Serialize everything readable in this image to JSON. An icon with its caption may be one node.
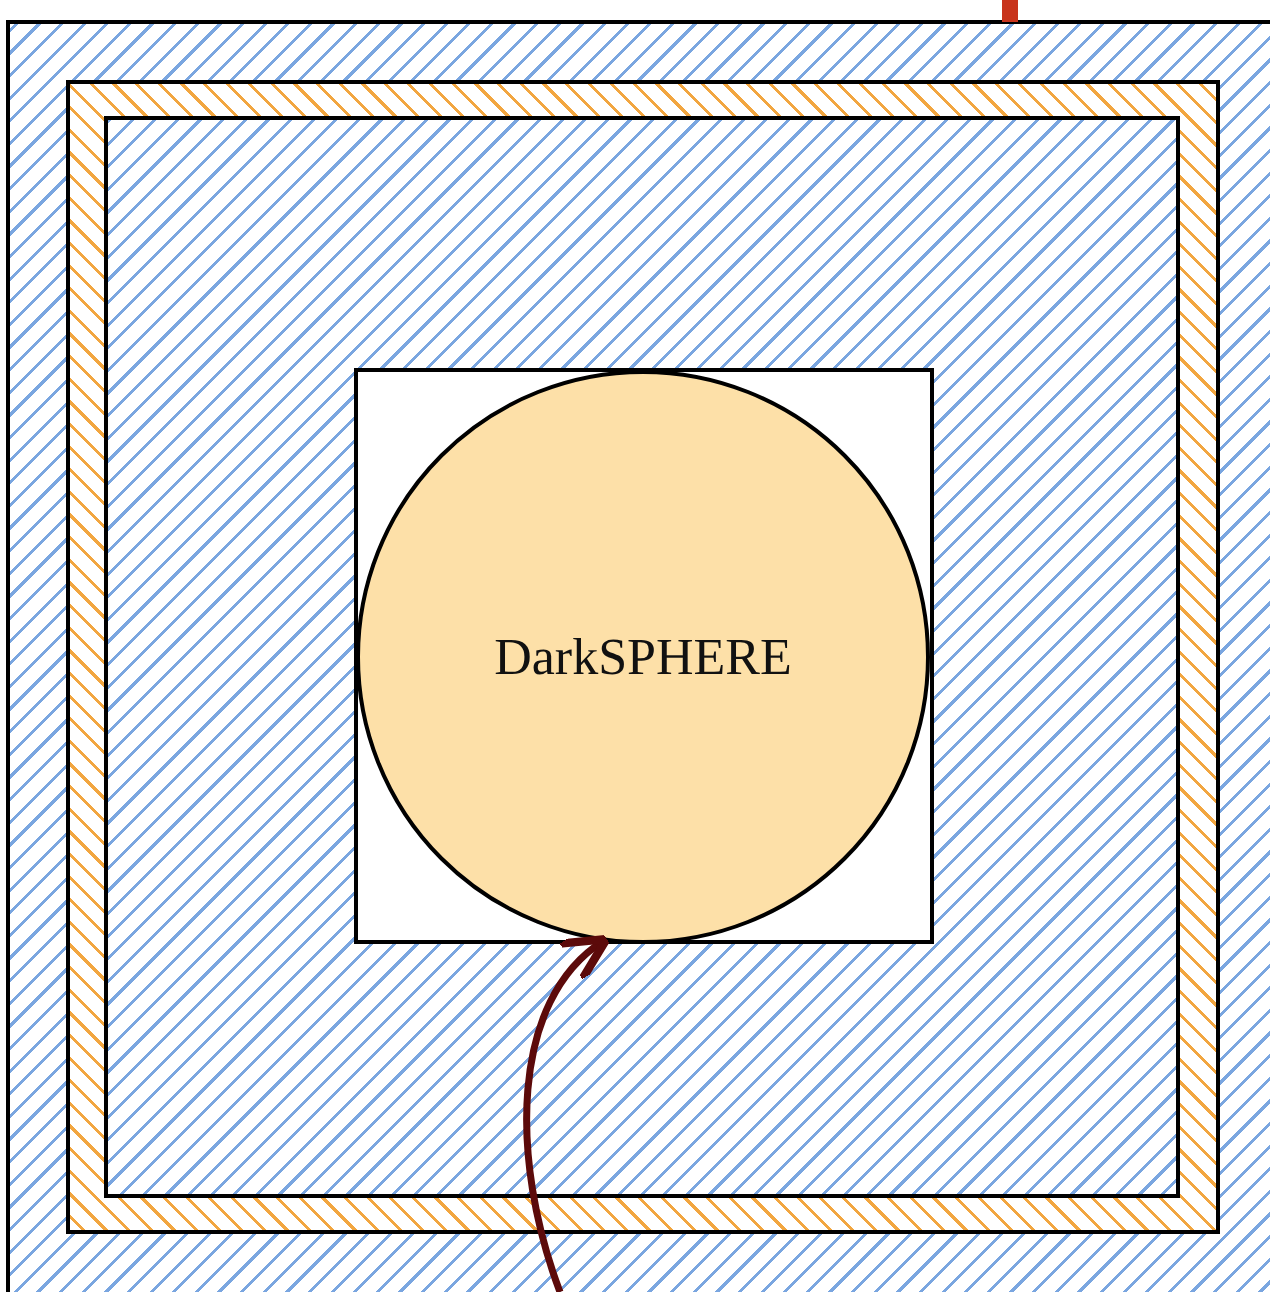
{
  "diagram": {
    "nodes": [
      {
        "text": [],
        "shape": "box"
      },
      {
        "text": [],
        "shape": "box",
        "in": 0
      },
      {
        "text": [],
        "shape": "box",
        "in": 1
      },
      {
        "text": [],
        "shape": "box",
        "in": 2
      },
      {
        "text": [
          "DarkSPHERE"
        ],
        "in": 3
      }
    ],
    "edges": [
      {
        "from": null,
        "to": 4,
        "arrow": "to",
        "color": "#5c0a0a"
      }
    ]
  }
}
